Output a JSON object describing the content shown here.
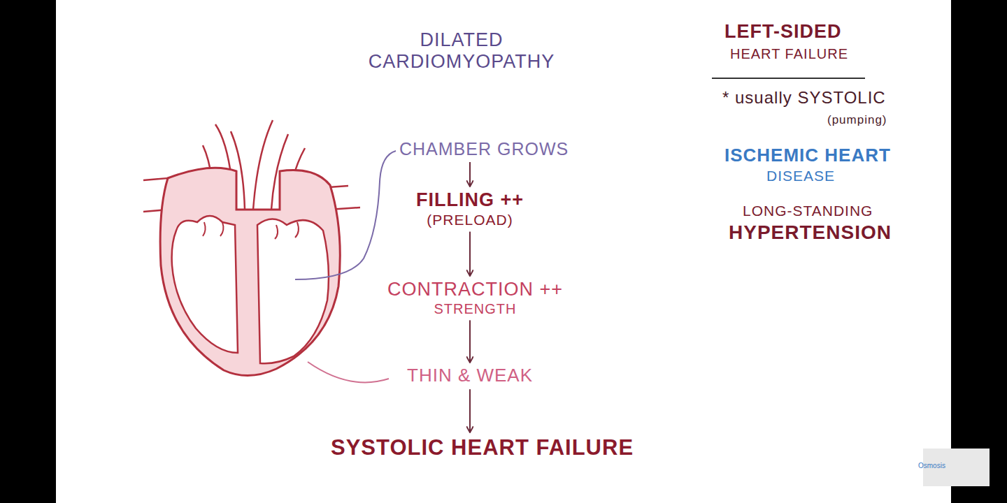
{
  "diagram": {
    "title": "DILATED CARDIOMYOPATHY",
    "nodes": [
      {
        "text": [
          "CHAMBER GROWS"
        ]
      },
      {
        "text": [
          "FILLING ++",
          "(PRELOAD)"
        ]
      },
      {
        "text": [
          "CONTRACTION ++",
          "STRENGTH"
        ]
      },
      {
        "text": [
          "THIN & WEAK"
        ]
      },
      {
        "text": [
          "SYSTOLIC HEART FAILURE"
        ]
      }
    ],
    "edges": [
      {
        "from": 0,
        "to": 1,
        "arrow": "to"
      },
      {
        "from": 1,
        "to": 2,
        "arrow": "to"
      },
      {
        "from": 2,
        "to": 3,
        "arrow": "to"
      },
      {
        "from": 3,
        "to": 4,
        "arrow": "to"
      }
    ],
    "labels": [
      "LEFT-SIDED",
      "HEART FAILURE",
      "* usually SYSTOLIC",
      "(pumping)",
      "ISCHEMIC HEART",
      "DISEASE",
      "LONG-STANDING",
      "HYPERTENSION",
      "Osmosis"
    ]
  }
}
